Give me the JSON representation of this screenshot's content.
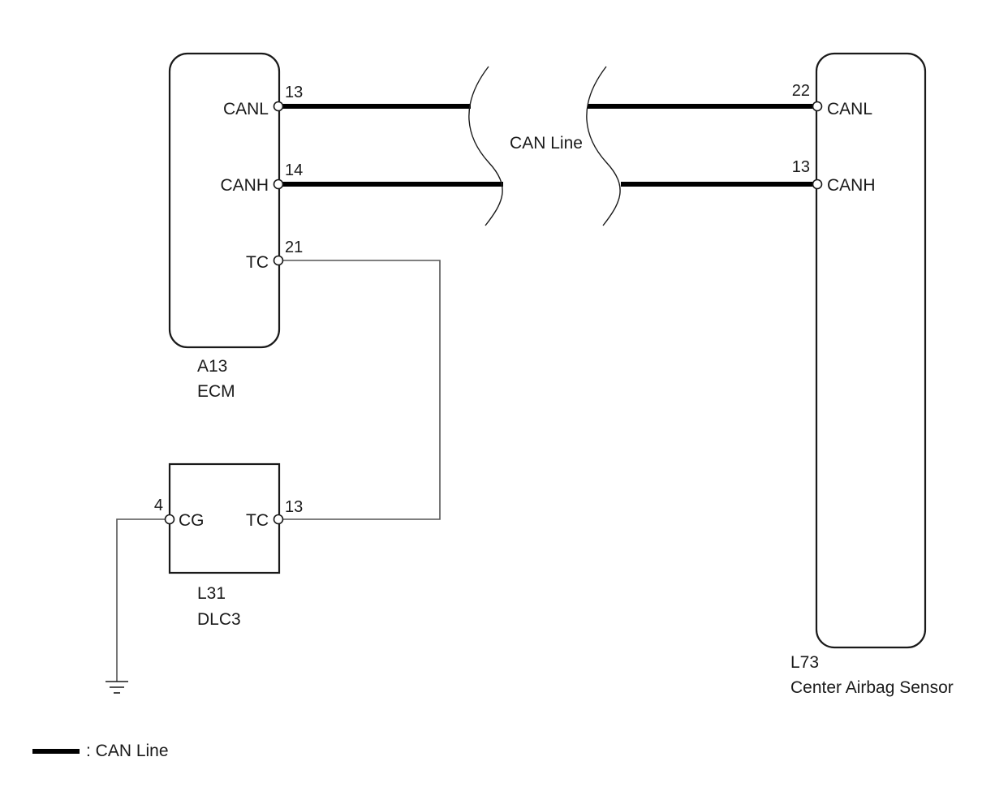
{
  "ecm": {
    "code": "A13",
    "name": "ECM",
    "pins": {
      "canl": {
        "label": "CANL",
        "number": "13"
      },
      "canh": {
        "label": "CANH",
        "number": "14"
      },
      "tc": {
        "label": "TC",
        "number": "21"
      }
    }
  },
  "dlc3": {
    "code": "L31",
    "name": "DLC3",
    "pins": {
      "cg": {
        "label": "CG",
        "number": "4"
      },
      "tc": {
        "label": "TC",
        "number": "13"
      }
    }
  },
  "airbag": {
    "code": "L73",
    "name": "Center Airbag Sensor",
    "pins": {
      "canl": {
        "label": "CANL",
        "number": "22"
      },
      "canh": {
        "label": "CANH",
        "number": "13"
      }
    }
  },
  "can_line": {
    "label": "CAN Line"
  },
  "legend": {
    "can_line": ": CAN Line"
  },
  "colors": {
    "can_wire": "#000000",
    "thin_wire": "#555555",
    "outline": "#1a1a1a"
  }
}
